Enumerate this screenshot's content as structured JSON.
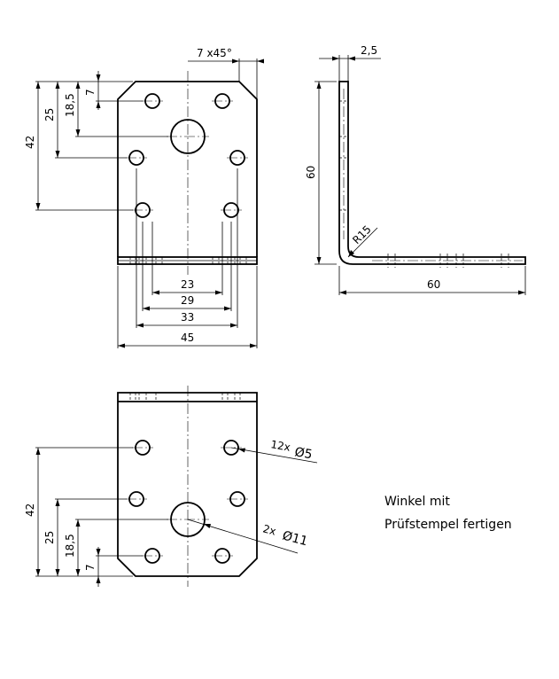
{
  "top_view": {
    "chamfer": "7 x45°",
    "dims": {
      "d7": "7",
      "d18_5": "18,5",
      "d25": "25",
      "d42": "42",
      "d23": "23",
      "d29": "29",
      "d33": "33",
      "d45": "45"
    }
  },
  "side_view": {
    "thickness": "2,5",
    "height": "60",
    "length": "60",
    "radius": "R15"
  },
  "bottom_view": {
    "dims": {
      "d42": "42",
      "d25": "25",
      "d18_5": "18,5",
      "d7": "7"
    },
    "callout_small": {
      "count": "12x",
      "dia": "Ø5"
    },
    "callout_large": {
      "count": "2x",
      "dia": "Ø11"
    }
  },
  "note": {
    "line1": "Winkel mit",
    "line2": "Prüfstempel fertigen"
  }
}
